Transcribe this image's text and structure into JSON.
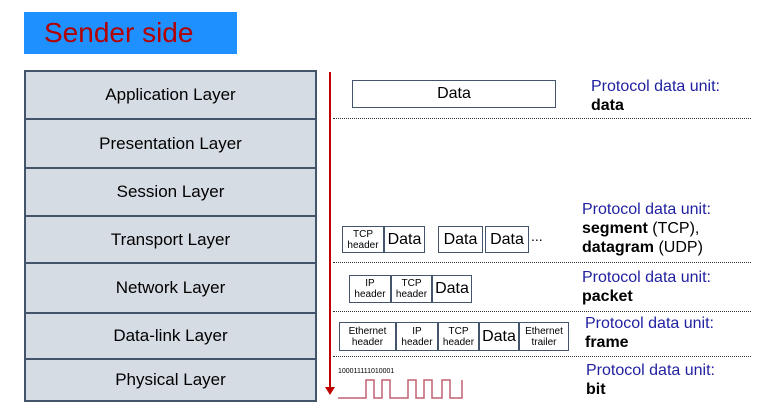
{
  "title": "Sender side",
  "layers": [
    "Application Layer",
    "Presentation Layer",
    "Session Layer",
    "Transport Layer",
    "Network Layer",
    "Data-link Layer",
    "Physical Layer"
  ],
  "pdu_label": "Protocol data unit:",
  "pdus": {
    "application": "data",
    "transport_segment": "segment",
    "transport_segment_suffix": " (TCP),",
    "transport_datagram": "datagram",
    "transport_datagram_suffix": " (UDP)",
    "network": "packet",
    "datalink": "frame",
    "physical": "bit"
  },
  "cells": {
    "data": "Data",
    "tcp_header": "TCP header",
    "ip_header": "IP header",
    "ethernet_header": "Ethernet header",
    "ethernet_trailer": "Ethernet trailer",
    "ellipsis": "..."
  },
  "bit_string": "100011111010001",
  "colors": {
    "title_bg": "#1e90ff",
    "title_text": "#b20000",
    "layer_bg": "#d6dce4",
    "arrow": "#c00000",
    "pdu_label": "#1f1fa0"
  }
}
